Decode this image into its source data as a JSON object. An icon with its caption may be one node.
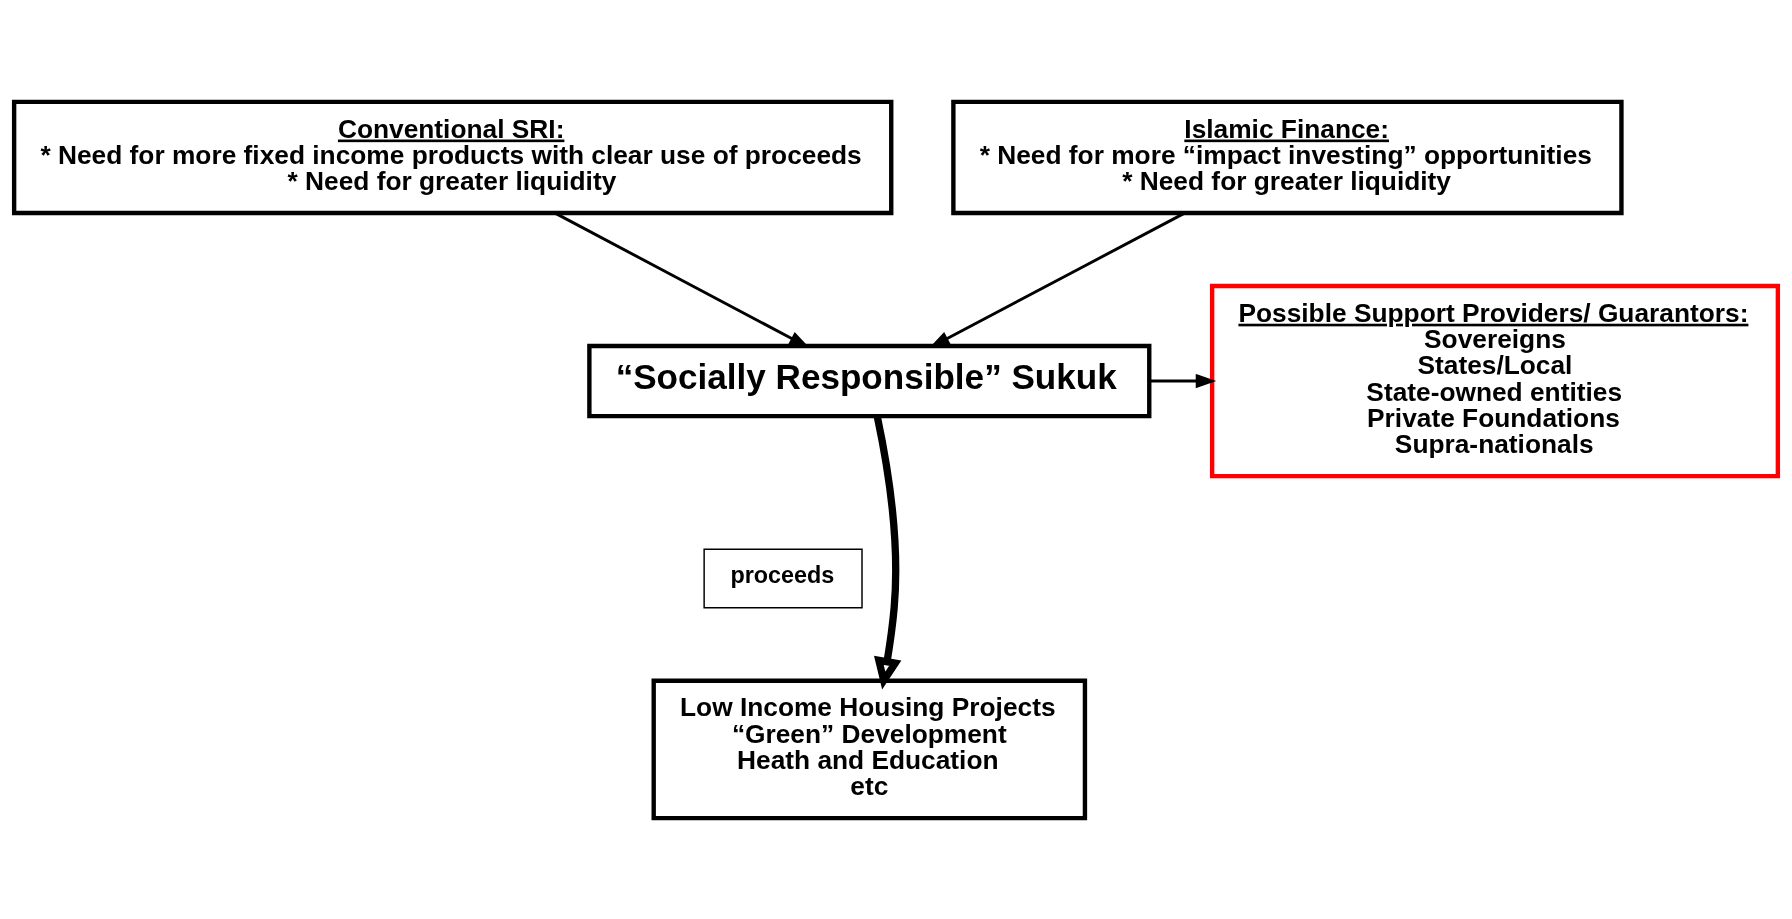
{
  "diagram": {
    "nodes": [
      {
        "text": [
          "Conventional SRI:",
          "* Need for more fixed income products with clear use of proceeds",
          "* Need for greater liquidity"
        ]
      },
      {
        "text": [
          "Islamic Finance:",
          "* Need for more “impact investing” opportunities",
          "* Need for greater liquidity"
        ]
      },
      {
        "text": [
          "“Socially Responsible” Sukuk"
        ]
      },
      {
        "text": [
          "Possible Support Providers/ Guarantors:",
          "Sovereigns",
          "States/Local",
          "State-owned entities",
          "Private Foundations",
          "Supra-nationals"
        ]
      },
      {
        "text": [
          "proceeds"
        ]
      },
      {
        "text": [
          "Low Income Housing Projects",
          "“Green” Development",
          "Heath and Education",
          "etc"
        ]
      }
    ],
    "edges": [
      {
        "from": 0,
        "to": 2,
        "arrow": "to"
      },
      {
        "from": 1,
        "to": 2,
        "arrow": "to"
      },
      {
        "from": 2,
        "to": 3,
        "arrow": "to"
      },
      {
        "from": 2,
        "to": 5,
        "arrow": "to",
        "style": "thick"
      }
    ]
  }
}
